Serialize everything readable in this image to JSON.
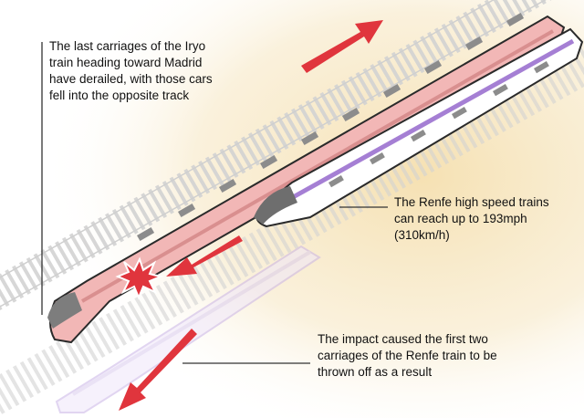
{
  "captions": {
    "iryo_derailment": "The last carriages of the Iryo train heading toward Madrid have derailed, with those cars fell into the opposite track",
    "renfe_speed": "The Renfe high speed trains can reach up to 193mph (310km/h)",
    "impact_result": "The impact caused the first two carriages of the Renfe train to be thrown off as a result"
  },
  "colors": {
    "background_glow": "#f7e7c4",
    "track": "#e6e6e6",
    "iryo_body": "#f2b7b6",
    "iryo_stripe": "#d98f8f",
    "renfe_body": "#ffffff",
    "renfe_stripe": "#a57fd4",
    "renfe_ghost": "#d9cbee",
    "arrow": "#e0353d",
    "impact_burst": "#e0353d",
    "window": "#8c8c8c",
    "leader_line": "#333333"
  },
  "icons": {
    "direction_arrows": "arrow-icon",
    "collision_marker": "impact-burst-icon"
  }
}
